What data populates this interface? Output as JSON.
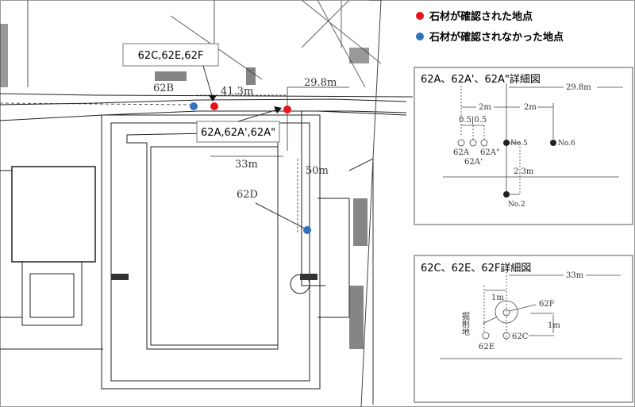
{
  "legend": {
    "found": {
      "label": "石材が確認された地点",
      "color": "#e8141b"
    },
    "not_found": {
      "label": "石材が確認されなかった地点",
      "color": "#2f73c0"
    }
  },
  "map": {
    "callouts": {
      "cef": "62C,62E,62F",
      "a": "62A,62A',62A\""
    },
    "labels": {
      "b": "62B",
      "d": "62D",
      "d413": "41.3m",
      "d298": "29.8m",
      "d33": "33m",
      "d50": "50m"
    }
  },
  "detail_a": {
    "title": "62A、62A'、62A\"詳細図",
    "dist_298": "29.8m",
    "dist_2a": "2m",
    "dist_2b": "2m",
    "dist_05": "0.5|0.5",
    "pt_62a": "62A",
    "pt_62a1": "62A'",
    "pt_62a2": "62A\"",
    "no5": "No.5",
    "no6": "No.6",
    "no2": "No.2",
    "dist_23": "2.3m"
  },
  "detail_c": {
    "title": "62C、62E、62F詳細図",
    "dist_33": "33m",
    "dist_1a": "1m",
    "dist_1b": "1m",
    "pt_62f": "62F",
    "pt_62c": "62C",
    "pt_62e": "62E",
    "excavation": "掘削地"
  }
}
